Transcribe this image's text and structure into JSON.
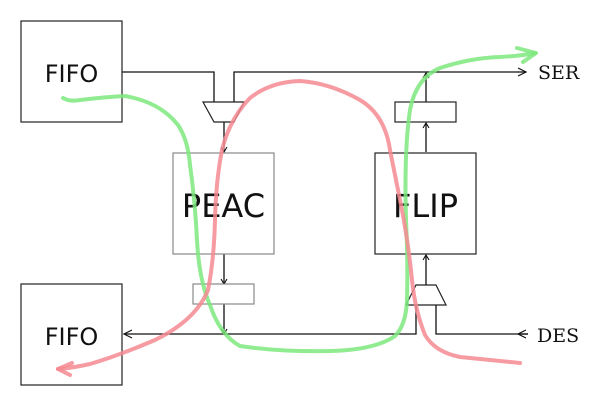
{
  "diagram": {
    "blocks": {
      "fifo_top": "FIFO",
      "fifo_bottom": "FIFO",
      "peac": "PEAC",
      "flip": "FLIP"
    },
    "ports": {
      "output": "SER",
      "input": "DES"
    },
    "annotations": {
      "green_path": {
        "color": "#7ee87e",
        "description": "FIFO (top) → PEAC → bottom bus → FLIP → SER"
      },
      "red_path": {
        "color": "#f48a90",
        "description": "DES → FLIP → top bus → PEAC → FIFO (bottom)"
      }
    }
  }
}
